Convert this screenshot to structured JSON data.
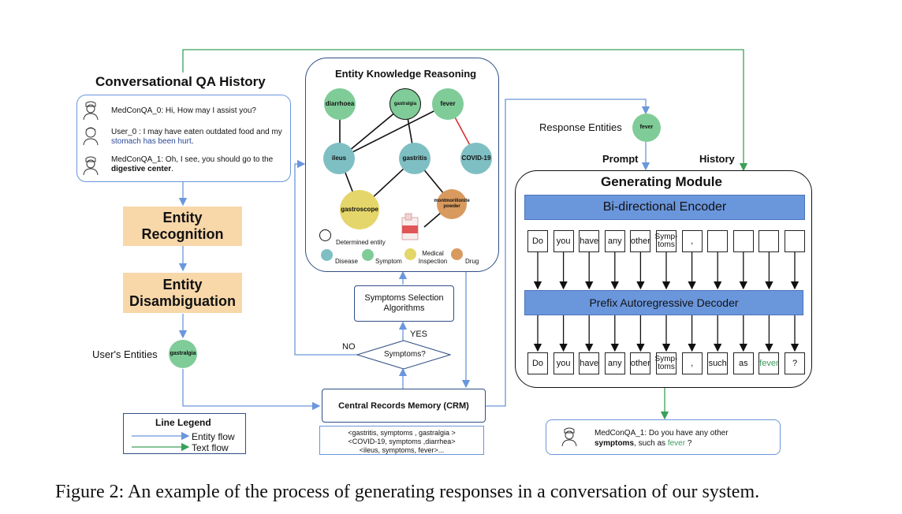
{
  "history_panel": {
    "title": "Conversational QA History",
    "turns": [
      {
        "speaker": "MedConQA_0:",
        "text": " Hi, How may I assist you?"
      },
      {
        "speaker": "User_0 :",
        "text_before": " I may have eaten outdated food and my ",
        "highlight": "stomach has been hurt",
        "text_after": "."
      },
      {
        "speaker": "MedConQA_1:",
        "text": " Oh, I see, you should go to the ",
        "bold": "digestive center",
        "text_after": "."
      }
    ]
  },
  "pipeline": {
    "entity_recognition": "Entity\nRecognition",
    "entity_disambiguation": "Entity\nDisambiguation",
    "users_entities_label": "User's Entities",
    "users_entity": "gastralgia"
  },
  "reasoning_panel": {
    "title": "Entity Knowledge Reasoning",
    "nodes": {
      "diarrhoea": "diarrhoea",
      "gastralgia": "gastralgia",
      "fever": "fever",
      "ileus": "ileus",
      "gastritis": "gastritis",
      "covid": "COVID-19",
      "gastroscope": "gastroscope",
      "montmorillonite": "montmorillonite powder"
    },
    "legend": {
      "determined": "Determined entity",
      "disease": "Disease",
      "symptom": "Symptom",
      "medical_inspection": "Medical Inspection",
      "drug": "Drug"
    }
  },
  "flow": {
    "symptoms_selection": "Symptoms Selection Algorithms",
    "decision": "Symptoms?",
    "yes": "YES",
    "no": "NO",
    "crm": "Central Records Memory (CRM)",
    "crm_records": [
      "<gastritis, symptoms , gastralgia >",
      "<COVID-19, symptoms ,diarrhea>",
      "<ileus, symptoms, fever>..."
    ]
  },
  "legend_box": {
    "title": "Line Legend",
    "entity_flow": "Entity flow",
    "text_flow": "Text flow",
    "entity_color": "#6a96dc",
    "text_color": "#3aa05a"
  },
  "generating": {
    "response_entities_label": "Response Entities",
    "response_entity": "fever",
    "prompt_label": "Prompt",
    "history_label": "History",
    "title": "Generating Module",
    "encoder": "Bi-directional Encoder",
    "decoder": "Prefix Autoregressive Decoder",
    "input_tokens": [
      "Do",
      "you",
      "have",
      "any",
      "other",
      "Symp-\ntoms",
      ",",
      "",
      "",
      "",
      ""
    ],
    "output_tokens": [
      "Do",
      "you",
      "have",
      "any",
      "other",
      "Symp-\ntoms",
      ",",
      "such",
      "as",
      "fever",
      "?"
    ],
    "highlight_output_index": 9
  },
  "response": {
    "speaker": "MedConQA_1:",
    "text": "  Do  you  have  any  other",
    "bold": "symptoms",
    "text_mid": ", such as ",
    "highlight": "fever",
    "text_end": " ?"
  },
  "caption": "Figure 2: An example of the process of generating responses in a conversation of our system."
}
